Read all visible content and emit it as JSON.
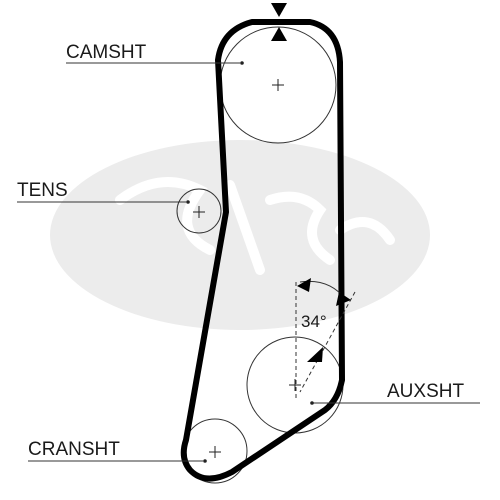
{
  "labels": {
    "camshaft": "CAMSHT",
    "tensioner": "TENS",
    "auxiliary": "AUXSHT",
    "crankshaft": "CRANSHT"
  },
  "angle": "34°",
  "colors": {
    "belt": "#000000",
    "outline": "#333333",
    "watermark": "#ececec"
  }
}
